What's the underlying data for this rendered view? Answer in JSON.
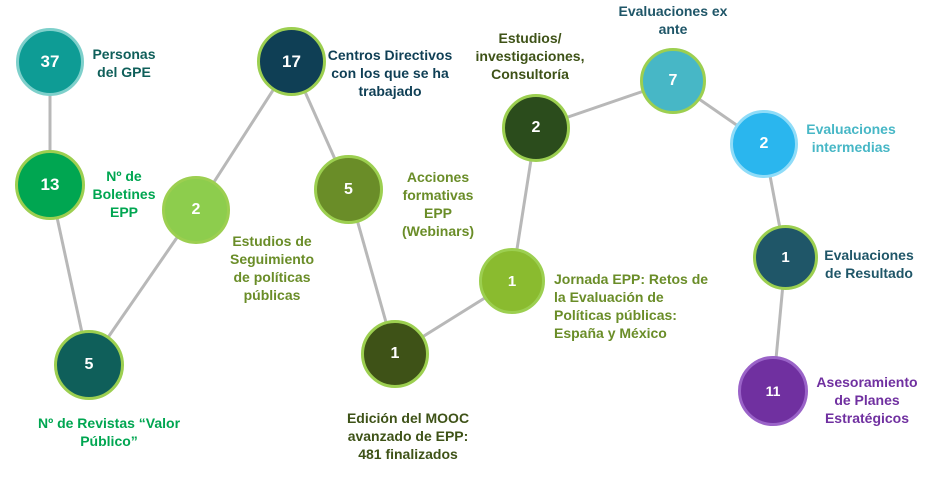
{
  "colors": {
    "teal": "#0e9c95",
    "green": "#00a651",
    "dark_teal": "#0f5f5a",
    "light_green": "#8dcd4d",
    "navy": "#0f3f55",
    "olive": "#6a8d28",
    "dark_olive": "#3e5217",
    "lime": "#8abb2f",
    "forest": "#2b4c1c",
    "aqua": "#47b7c6",
    "sky": "#2ab6ee",
    "slate": "#1f5668",
    "purple": "#7030a0",
    "connector": "#b8b8b8",
    "ring": "#9ccf50"
  },
  "nodes": [
    {
      "id": "gpe-staff",
      "value": "37",
      "label": "Personas del GPE"
    },
    {
      "id": "bulletins",
      "value": "13",
      "label": "Nº de Boletines EPP"
    },
    {
      "id": "magazines",
      "value": "5",
      "label": "Nº de Revistas “Valor Público”"
    },
    {
      "id": "policy-studies",
      "value": "2",
      "label": "Estudios de Seguimiento de políticas públicas"
    },
    {
      "id": "centers",
      "value": "17",
      "label": "Centros Directivos con los que se ha trabajado"
    },
    {
      "id": "training",
      "value": "5",
      "label": "Acciones formativas EPP (Webinars)"
    },
    {
      "id": "mooc",
      "value": "1",
      "label": "Edición del MOOC avanzado de EPP: 481 finalizados"
    },
    {
      "id": "conference",
      "value": "1",
      "label": "Jornada EPP: Retos de la Evaluación de Políticas públicas: España y México"
    },
    {
      "id": "consulting",
      "value": "2",
      "label": "Estudios/ investigaciones, Consultoría"
    },
    {
      "id": "ex-ante",
      "value": "7",
      "label": "Evaluaciones ex ante"
    },
    {
      "id": "intermediate",
      "value": "2",
      "label": "Evaluaciones intermedias"
    },
    {
      "id": "results",
      "value": "1",
      "label": "Evaluaciones de Resultado"
    },
    {
      "id": "strategic",
      "value": "11",
      "label": "Asesoramiento de Planes Estratégicos"
    }
  ]
}
